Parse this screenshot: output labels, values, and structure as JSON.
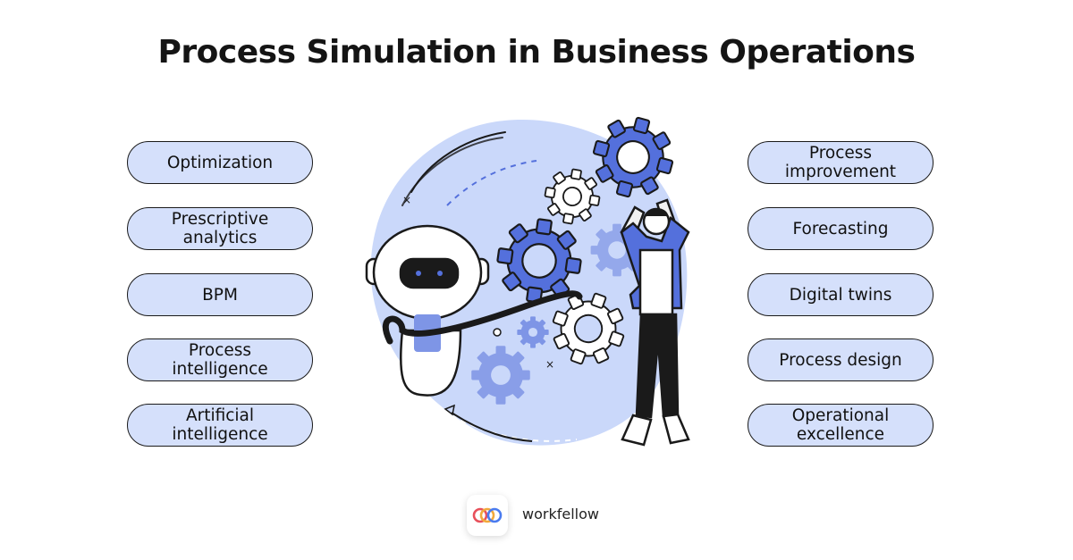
{
  "title": "Process Simulation in Business Operations",
  "left_items": [
    {
      "label": "Optimization"
    },
    {
      "label": "Prescriptive\nanalytics"
    },
    {
      "label": "BPM"
    },
    {
      "label": "Process\nintelligence"
    },
    {
      "label": "Artificial\nintelligence"
    }
  ],
  "right_items": [
    {
      "label": "Process\nimprovement"
    },
    {
      "label": "Forecasting"
    },
    {
      "label": "Digital twins"
    },
    {
      "label": "Process design"
    },
    {
      "label": "Operational\nexcellence"
    }
  ],
  "brand": {
    "name": "workfellow"
  },
  "colors": {
    "pill_fill": "#d5e0fb",
    "blob": "#cad8fa",
    "gear_blue": "#5470dc",
    "outline": "#1a1a1a"
  },
  "icons": [
    "robot-icon",
    "gear-icon",
    "person-icon",
    "workfellow-logo-icon"
  ]
}
